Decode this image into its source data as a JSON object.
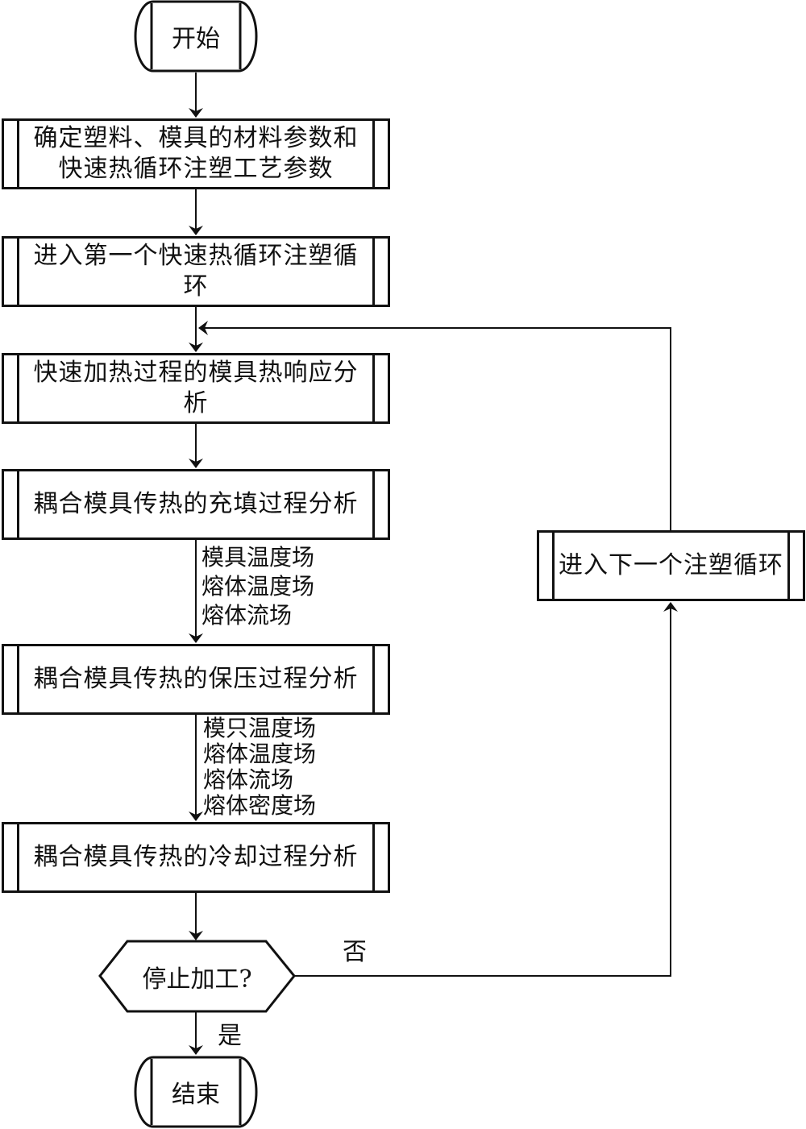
{
  "start": "开始",
  "end": "结束",
  "steps": [
    "确定塑料、模具的材料参数和快速热循环注塑工艺参数",
    "进入第一个快速热循环注塑循环",
    "快速加热过程的模具热响应分析",
    "耦合模具传热的充填过程分析",
    "耦合模具传热的保压过程分析",
    "耦合模具传热的冷却过程分析"
  ],
  "filling_outputs": [
    "模具温度场",
    "熔体温度场",
    "熔体流场"
  ],
  "packing_outputs": [
    "模只温度场",
    "熔体温度场",
    "熔体流场",
    "熔体密度场"
  ],
  "decision": "停止加工?",
  "yes_label": "是",
  "no_label": "否",
  "loop_step": "进入下一个注塑循环"
}
